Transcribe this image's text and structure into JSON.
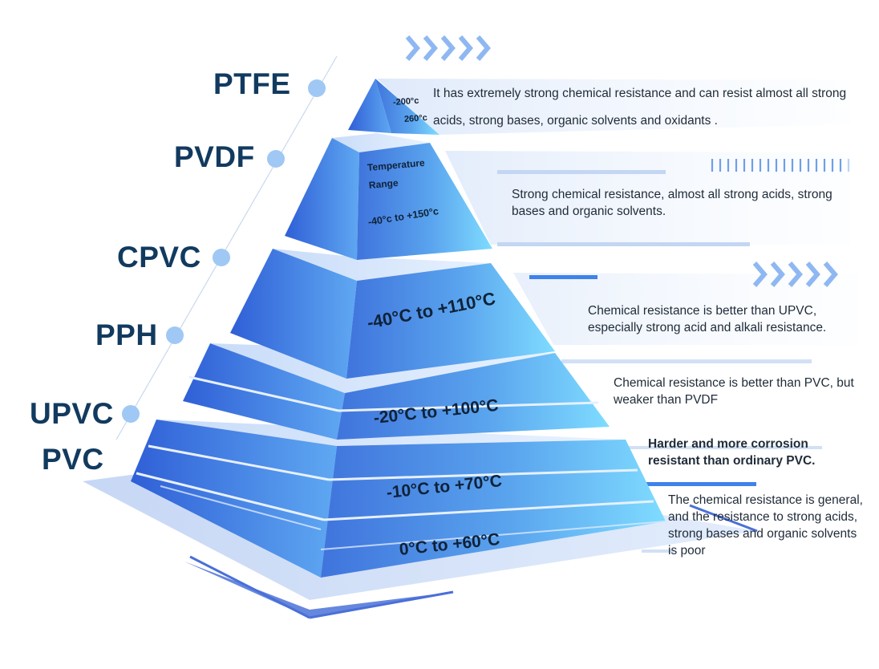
{
  "materials": [
    {
      "label": "PTFE",
      "temperature_lines": [
        "-200°c",
        "260°c"
      ],
      "description": "It has extremely strong chemical resistance and can resist almost all strong acids, strong bases, organic solvents and oxidants ."
    },
    {
      "label": "PVDF",
      "temperature_heading": "Temperature Range",
      "temperature": "-40°c to +150°c",
      "description": "Strong chemical resistance, almost all strong acids, strong bases and organic solvents."
    },
    {
      "label": "CPVC",
      "temperature": "-40°C to +110°C",
      "description": "Chemical resistance is better than UPVC, especially strong acid and alkali resistance."
    },
    {
      "label": "PPH",
      "temperature": "-20°C to +100°C",
      "description": "Chemical resistance is better than PVC, but weaker than PVDF"
    },
    {
      "label": "UPVC",
      "temperature": "-10°C to +70°C",
      "description": "Harder and more corrosion resistant than ordinary PVC."
    },
    {
      "label": "PVC",
      "temperature": "0°C to +60°C",
      "description": "The chemical resistance is general, and the resistance to strong acids, strong bases and organic solvents is poor"
    }
  ],
  "colors": {
    "label_text": "#123a5f",
    "pyramid_light": "#79d6ff",
    "pyramid_mid": "#4f98ec",
    "pyramid_dark": "#2f5fd6",
    "accent_arrow": "#8fb8f2",
    "dot": "#9fc8f5"
  }
}
